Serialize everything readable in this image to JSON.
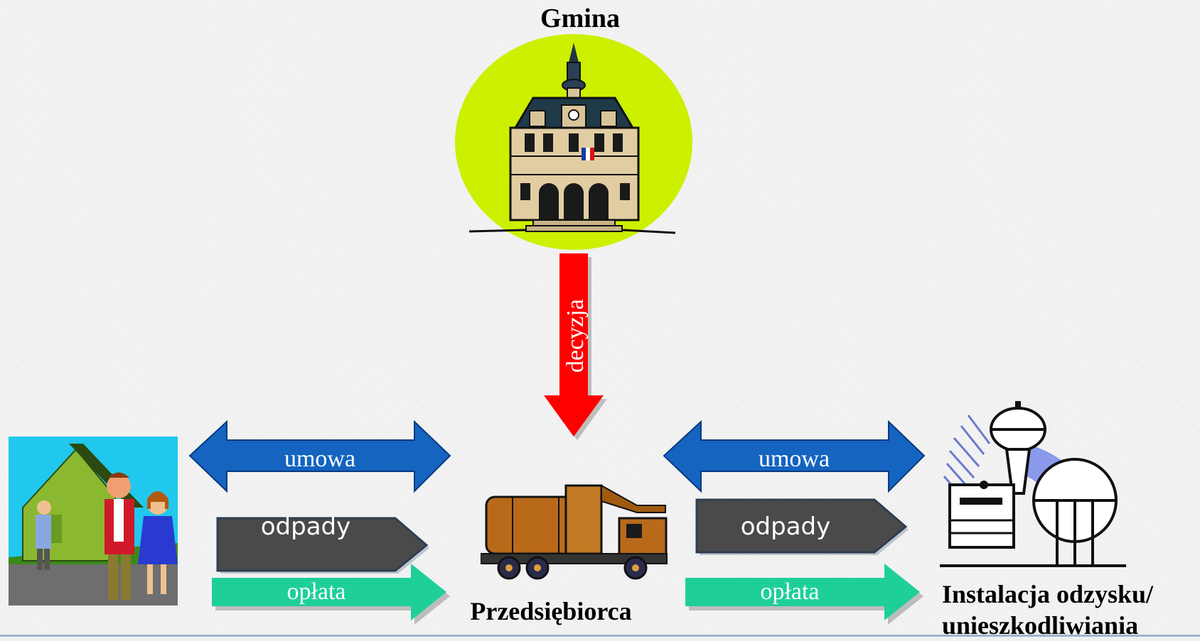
{
  "nodes": {
    "gmina": "Gmina",
    "przedsiebiorca": "Przedsiębiorca",
    "instalacja": "Instalacja odzysku/ unieszkodliwiania"
  },
  "arrows": {
    "decision": "decyzja",
    "left_contract": "umowa",
    "left_waste": "odpady",
    "left_fee": "opłata",
    "right_contract": "umowa",
    "right_waste": "odpady",
    "right_fee": "opłata"
  },
  "colors": {
    "decision_arrow": "#ff0000",
    "contract_arrow": "#1464c0",
    "waste_arrow": "#4a4a4a",
    "fee_arrow": "#1ecf9a",
    "town_hall_circle": "#ccf000"
  },
  "icons": {
    "gmina": "town-hall-icon",
    "residents": "residents-house-icon",
    "przedsiebiorca": "garbage-truck-icon",
    "instalacja": "processing-plant-icon"
  }
}
